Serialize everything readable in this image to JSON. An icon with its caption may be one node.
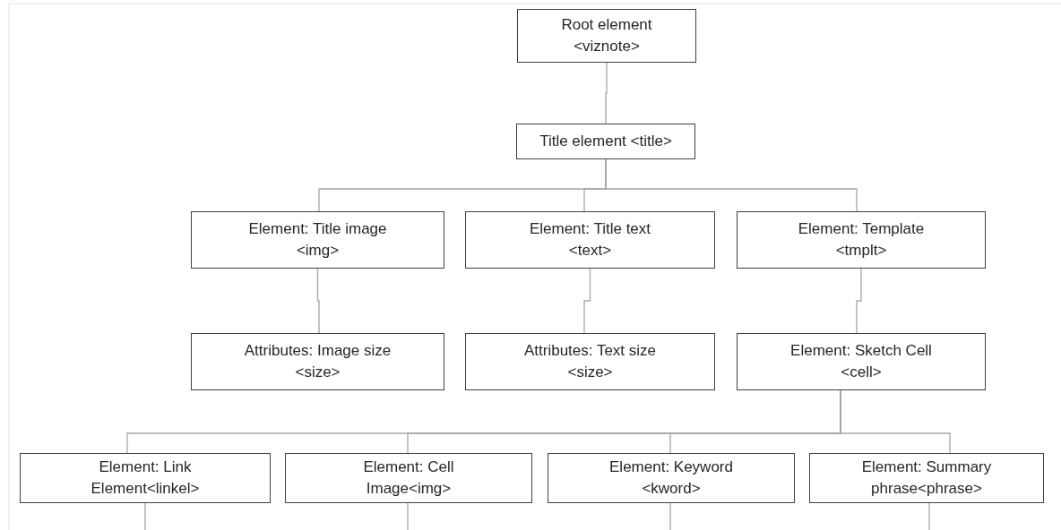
{
  "diagram": {
    "nodes": [
      {
        "text": [
          "Root element <viznote>"
        ]
      },
      {
        "text": [
          "Title element <title>"
        ]
      },
      {
        "text": [
          "Element: Title image <img>"
        ]
      },
      {
        "text": [
          "Element: Title text <text>"
        ]
      },
      {
        "text": [
          "Element: Template <tmplt>"
        ]
      },
      {
        "text": [
          "Attributes: Image size <size>"
        ]
      },
      {
        "text": [
          "Attributes: Text size <size>"
        ]
      },
      {
        "text": [
          "Element: Sketch Cell <cell>"
        ]
      },
      {
        "text": [
          "Element: Link Element<linkel>"
        ]
      },
      {
        "text": [
          "Element: Cell Image<img>"
        ]
      },
      {
        "text": [
          "Element: Keyword <kword>"
        ]
      },
      {
        "text": [
          "Element: Summary phrase<phrase>"
        ]
      }
    ],
    "edges": [
      {
        "from": 0,
        "to": 1,
        "arrow": "none"
      },
      {
        "from": 1,
        "to": 2,
        "arrow": "none"
      },
      {
        "from": 1,
        "to": 3,
        "arrow": "none"
      },
      {
        "from": 1,
        "to": 4,
        "arrow": "none"
      },
      {
        "from": 2,
        "to": 5,
        "arrow": "none"
      },
      {
        "from": 3,
        "to": 6,
        "arrow": "none"
      },
      {
        "from": 4,
        "to": 7,
        "arrow": "none"
      },
      {
        "from": 7,
        "to": 8,
        "arrow": "none"
      },
      {
        "from": 7,
        "to": 9,
        "arrow": "none"
      },
      {
        "from": 7,
        "to": 10,
        "arrow": "none"
      },
      {
        "from": 7,
        "to": 11,
        "arrow": "none"
      },
      {
        "from": 8,
        "to": null,
        "arrow": "none"
      },
      {
        "from": 9,
        "to": null,
        "arrow": "none"
      },
      {
        "from": 10,
        "to": null,
        "arrow": "none"
      },
      {
        "from": 11,
        "to": null,
        "arrow": "none"
      }
    ]
  }
}
